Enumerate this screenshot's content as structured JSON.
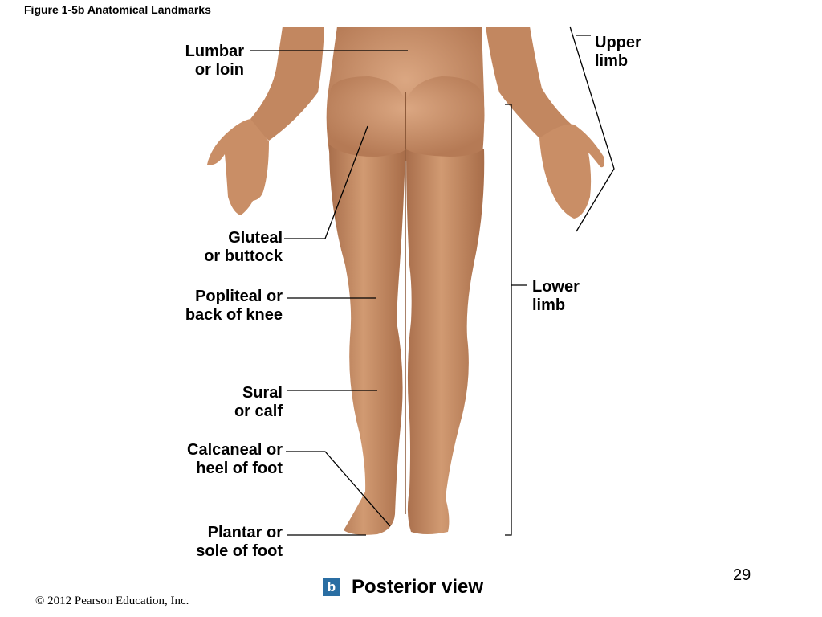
{
  "figure_title": "Figure 1-5b  Anatomical Landmarks",
  "labels": {
    "lumbar": [
      "Lumbar",
      "or loin"
    ],
    "gluteal": [
      "Gluteal",
      "or buttock"
    ],
    "popliteal": [
      "Popliteal or",
      "back of knee"
    ],
    "sural": [
      "Sural",
      "or calf"
    ],
    "calcaneal": [
      "Calcaneal or",
      "heel of foot"
    ],
    "plantar": [
      "Plantar or",
      "sole of foot"
    ],
    "upper_limb": [
      "Upper",
      "limb"
    ],
    "lower_limb": [
      "Lower",
      "limb"
    ]
  },
  "caption": {
    "badge": "b",
    "text": "Posterior view"
  },
  "page_number": "29",
  "copyright": "© 2012 Pearson Education, Inc.",
  "colors": {
    "skin": "#c98e66",
    "skin_shadow": "#a8704c",
    "badge": "#2a6ea3"
  }
}
